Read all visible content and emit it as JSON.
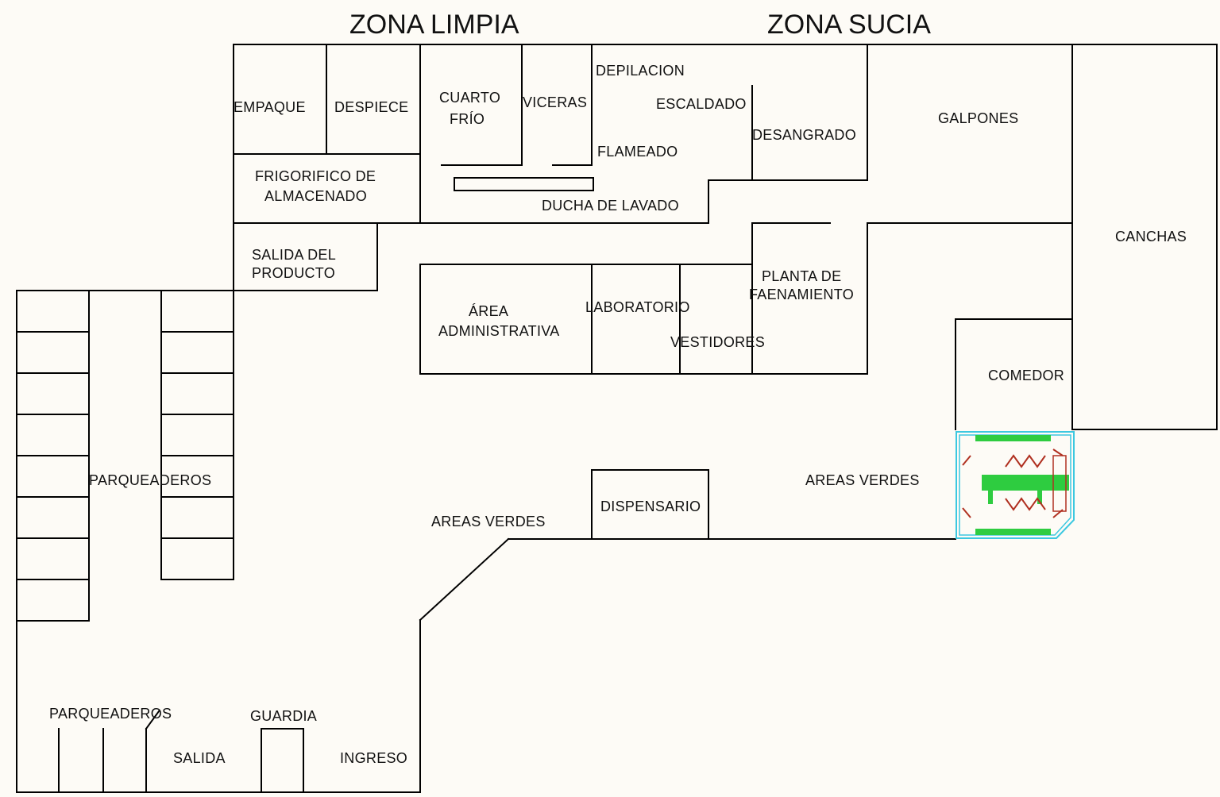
{
  "zones": {
    "clean": "ZONA LIMPIA",
    "dirty": "ZONA SUCIA"
  },
  "rooms": {
    "empaque": "EMPAQUE",
    "despiece": "DESPIECE",
    "cuarto_frio_1": "CUARTO",
    "cuarto_frio_2": "FRÍO",
    "viceras": "VICERAS",
    "depilacion": "DEPILACION",
    "escaldado": "ESCALDADO",
    "desangrado": "DESANGRADO",
    "flameado": "FLAMEADO",
    "galpones": "GALPONES",
    "frigorifico_1": "FRIGORIFICO DE",
    "frigorifico_2": "ALMACENADO",
    "ducha": "DUCHA DE LAVADO",
    "canchas": "CANCHAS",
    "salida_producto_1": "SALIDA DEL",
    "salida_producto_2": "PRODUCTO",
    "planta_1": "PLANTA DE",
    "planta_2": "FAENAMIENTO",
    "area_admin_1": "ÁREA",
    "area_admin_2": "ADMINISTRATIVA",
    "laboratorio": "LABORATORIO",
    "vestidores": "VESTIDORES",
    "comedor": "COMEDOR",
    "parqueaderos": "PARQUEADEROS",
    "areas_verdes_right": "AREAS VERDES",
    "areas_verdes_left": "AREAS VERDES",
    "dispensario": "DISPENSARIO",
    "parqueaderos_bottom": "PARQUEADEROS",
    "guardia": "GUARDIA",
    "salida": "SALIDA",
    "ingreso": "INGRESO"
  },
  "colors": {
    "wall": "#000000",
    "background": "#fdfbf6",
    "block_outline": "#3cc8e0",
    "block_green": "#2ecc40",
    "block_red": "#b03020"
  }
}
